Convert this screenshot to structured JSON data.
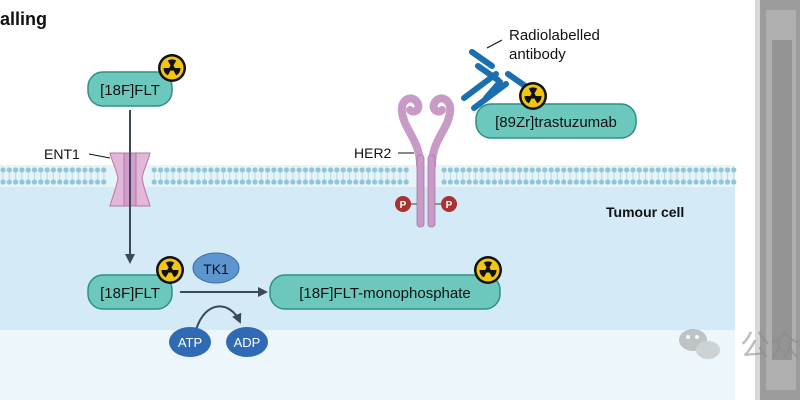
{
  "header": {
    "title_fragment": "alling"
  },
  "labels": {
    "flt_outside": "[18F]FLT",
    "flt_inside": "[18F]FLT",
    "flt_monophosphate": "[18F]FLT-monophosphate",
    "trastuzumab": "[89Zr]trastuzumab",
    "radiolabelled_antibody_line1": "Radiolabelled",
    "radiolabelled_antibody_line2": "antibody",
    "ent1": "ENT1",
    "her2": "HER2",
    "tumour_cell": "Tumour cell",
    "tk1": "TK1",
    "atp": "ATP",
    "adp": "ADP",
    "phospho_left": "P",
    "phospho_right": "P"
  },
  "watermark": {
    "text": "公众"
  },
  "colors": {
    "pill_fill": "#6cc8bd",
    "pill_stroke": "#2e8f84",
    "cell_bg": "#d4eaf7",
    "membrane_lipid": "#8fc6d8",
    "transporter": "#d9a6cf",
    "her2": "#c89bc7",
    "antibody": "#1a6fb0",
    "enzyme": "#5d95cf",
    "atp_adp": "#2f6bb5",
    "phospho": "#a83232",
    "radiation_yellow": "#f2c513"
  },
  "icons": [
    "radiation-icon",
    "ent1-transporter-icon",
    "her2-receptor-icon",
    "antibody-icon",
    "wechat-logo-icon"
  ]
}
